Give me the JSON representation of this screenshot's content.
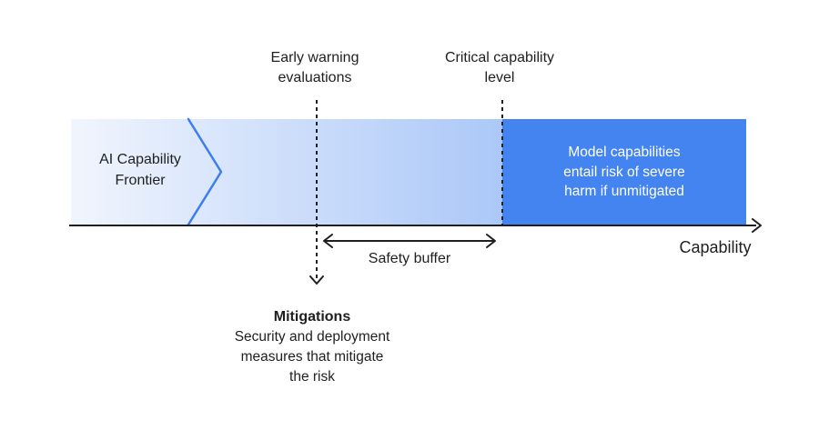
{
  "colors": {
    "band-start": "#f1f5fd",
    "band-end": "#abc8f8",
    "box-blue": "#4484f0",
    "chevron-blue": "#3b7df2",
    "ink": "#1f1f1f",
    "text-white": "#ffffff"
  },
  "labels": {
    "early_warning": {
      "lines": [
        "Early warning",
        "evaluations"
      ]
    },
    "critical_level": {
      "lines": [
        "Critical capability",
        "level"
      ]
    },
    "frontier": {
      "lines": [
        "AI Capability",
        "Frontier"
      ]
    },
    "model_box": {
      "lines": [
        "Model capabilities",
        "entail risk of severe",
        "harm if unmitigated"
      ]
    },
    "safety_buffer": "Safety buffer",
    "capability_axis": "Capability",
    "mitigations": {
      "title": "Mitigations",
      "lines": [
        "Security and deployment",
        "measures that mitigate",
        "the risk"
      ]
    }
  }
}
